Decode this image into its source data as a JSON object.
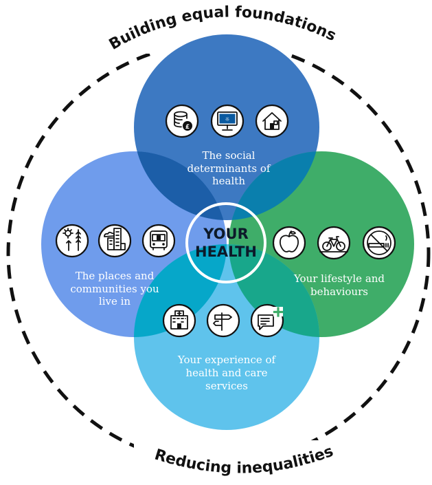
{
  "top_banner": "Building equal foundations",
  "bottom_banner": "Reducing inequalities",
  "center": {
    "line1": "YOUR",
    "line2": "HEALTH"
  },
  "circles": {
    "top": {
      "lines": [
        "The social",
        "determinants of",
        "health"
      ],
      "color": "#3d79c2",
      "icons": [
        "money-coins-icon",
        "computer-monitor-icon",
        "house-icon"
      ]
    },
    "left": {
      "lines": [
        "The places and",
        "communities you",
        "live in"
      ],
      "color": "#6f9cec",
      "icons": [
        "sun-trees-icon",
        "city-buildings-icon",
        "bus-icon"
      ]
    },
    "right": {
      "lines": [
        "Your lifestyle and",
        "behaviours"
      ],
      "color": "#3fad69",
      "icons": [
        "apple-icon",
        "bicycle-icon",
        "no-smoking-icon"
      ]
    },
    "bottom": {
      "lines": [
        "Your experience of",
        "health and care",
        "services"
      ],
      "color": "#5fc3ec",
      "icons": [
        "hospital-icon",
        "signpost-icon",
        "chat-plus-icon"
      ]
    }
  },
  "overlap_colors": {
    "top_left": "#1c5ea8",
    "top_right": "#0a7fad",
    "left_bottom": "#06a7c9",
    "right_bottom": "#18a78b"
  },
  "ring_color": "#111111"
}
